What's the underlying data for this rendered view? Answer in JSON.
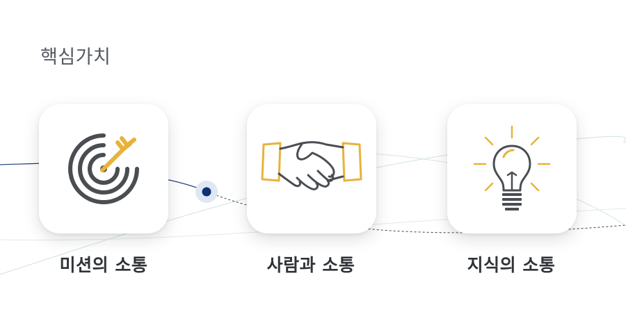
{
  "page": {
    "title": "핵심가치"
  },
  "values": [
    {
      "label": "미션의 소통",
      "icon": "target-arrow-icon"
    },
    {
      "label": "사람과 소통",
      "icon": "handshake-icon"
    },
    {
      "label": "지식의 소통",
      "icon": "lightbulb-icon"
    }
  ],
  "colors": {
    "accent_gold": "#e8b23a",
    "icon_dark": "#4a4d52",
    "line_navy": "#1f3b73",
    "node_navy": "#0f2f78"
  }
}
